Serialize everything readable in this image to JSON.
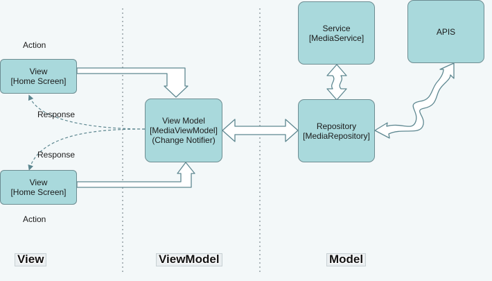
{
  "nodes": {
    "view_top": {
      "line1": "View",
      "line2": "[Home Screen]"
    },
    "view_bottom": {
      "line1": "View",
      "line2": "[Home Screen]"
    },
    "view_model": {
      "line1": "View Model",
      "line2": "[MediaViewModel]",
      "line3": "(Change Notifier)"
    },
    "service": {
      "line1": "Service",
      "line2": "[MediaService]"
    },
    "repository": {
      "line1": "Repository",
      "line2": "[MediaRepository]"
    },
    "apis": {
      "line1": "APIS"
    }
  },
  "edge_labels": {
    "action_top": "Action",
    "response_top": "Response",
    "response_bottom": "Response",
    "action_bottom": "Action"
  },
  "sections": {
    "view": "View",
    "viewmodel": "ViewModel",
    "model": "Model"
  },
  "colors": {
    "node_fill": "#a9d9dc",
    "node_border": "#6c8c91",
    "arrow_stroke": "#5d8790",
    "arrow_fill": "#ffffff",
    "divider": "#9aa6aa",
    "background": "#f3f8f9"
  }
}
